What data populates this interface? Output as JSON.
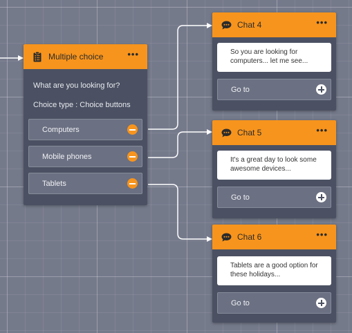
{
  "colors": {
    "canvas": "#757a8b",
    "node_body": "#4b5162",
    "node_header": "#f7941d",
    "connector": "#ffffff"
  },
  "multiple_choice": {
    "title": "Multiple choice",
    "icon": "clipboard-list-icon",
    "menu": "•••",
    "question": "What are you looking for?",
    "choice_type": "Choice type : Choice buttons",
    "choices": [
      {
        "label": "Computers",
        "target": "Chat 4"
      },
      {
        "label": "Mobile phones",
        "target": "Chat 5"
      },
      {
        "label": "Tablets",
        "target": "Chat 6"
      }
    ]
  },
  "chats": [
    {
      "title": "Chat 4",
      "icon": "chat-bubble-icon",
      "menu": "•••",
      "message": "So you are looking for computers... let me see...",
      "goto_label": "Go to"
    },
    {
      "title": "Chat 5",
      "icon": "chat-bubble-icon",
      "menu": "•••",
      "message": "It's a great day to look some awesome devices...",
      "goto_label": "Go to"
    },
    {
      "title": "Chat 6",
      "icon": "chat-bubble-icon",
      "menu": "•••",
      "message": "Tablets are a good option for these holidays...",
      "goto_label": "Go to"
    }
  ]
}
